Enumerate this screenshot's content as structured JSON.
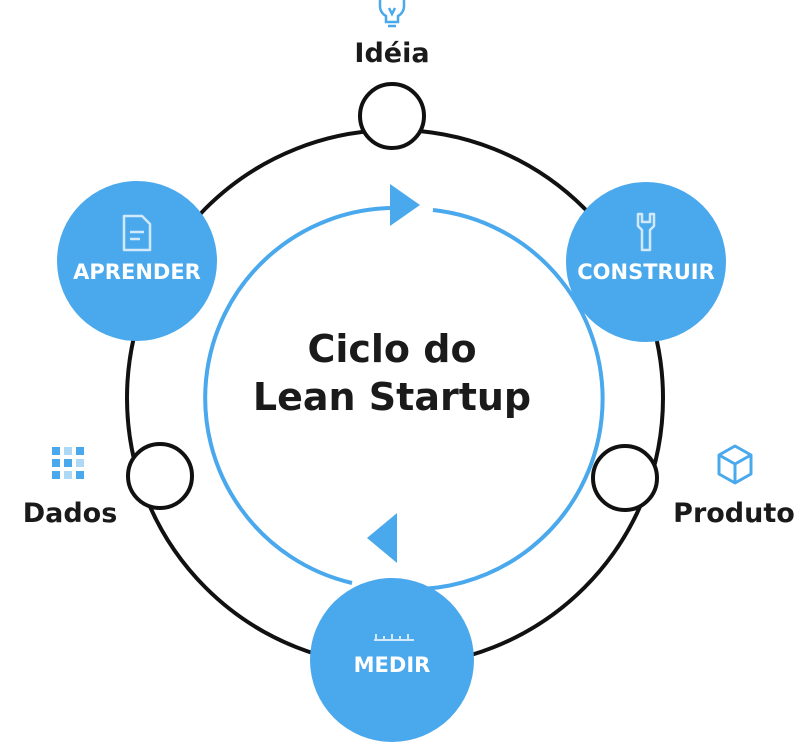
{
  "diagram": {
    "title_line1": "Ciclo do",
    "title_line2": "Lean Startup",
    "stages": {
      "construir": "CONSTRUIR",
      "medir": "MEDIR",
      "aprender": "APRENDER"
    },
    "nodes": {
      "ideia": "Idéia",
      "produto": "Produto",
      "dados": "Dados"
    },
    "icons": {
      "ideia": "lightbulb-icon",
      "produto": "box-icon",
      "dados": "data-grid-icon",
      "construir": "wrench-icon",
      "medir": "ruler-icon",
      "aprender": "document-icon"
    },
    "colors": {
      "accent": "#4aa8ec",
      "ring": "#111111",
      "text": "#1a1a1a"
    }
  }
}
